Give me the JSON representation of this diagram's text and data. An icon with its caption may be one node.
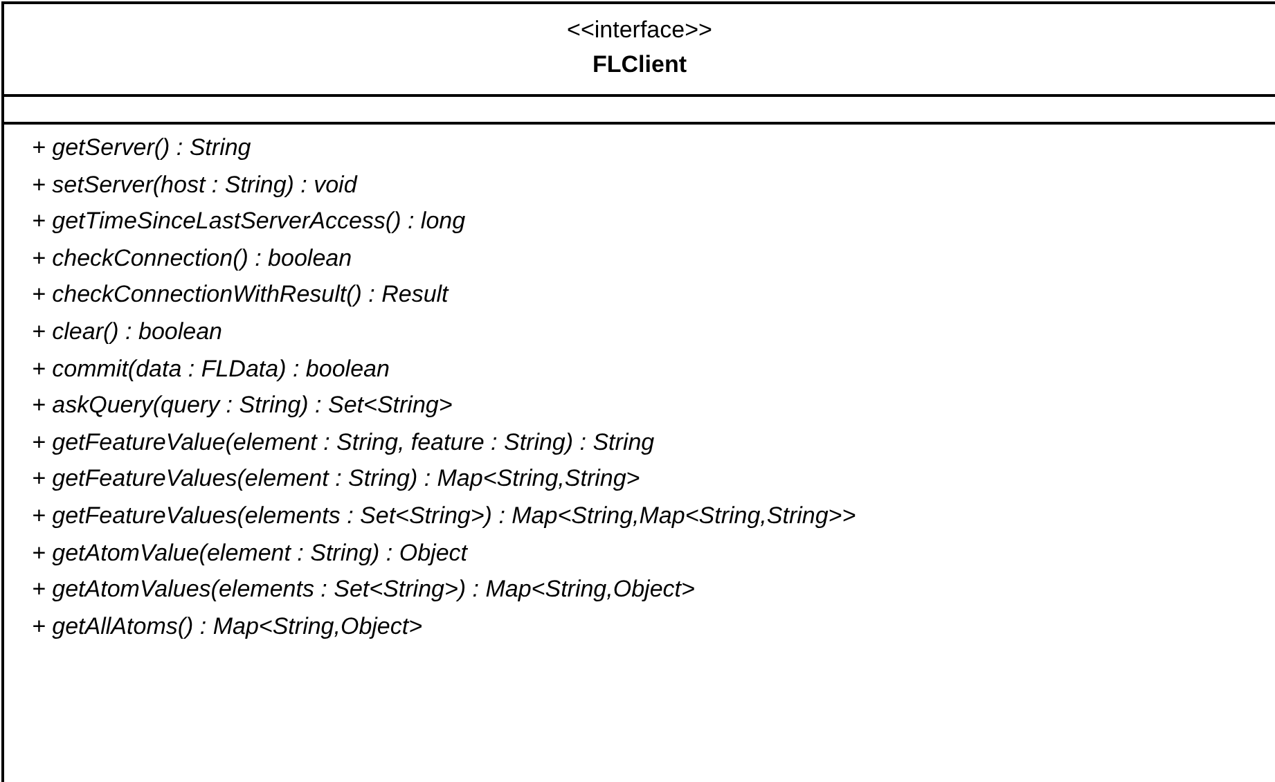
{
  "diagram": {
    "nodes": [
      {
        "text": [
          "<<interface>>",
          "FLClient",
          "+ getServer() : String",
          "+ setServer(host : String) : void",
          "+ getTimeSinceLastServerAccess() : long",
          "+ checkConnection() : boolean",
          "+ checkConnectionWithResult() : Result",
          "+ clear() : boolean",
          "+ commit(data : FLData) : boolean",
          "+ askQuery(query : String) : Set<String>",
          "+ getFeatureValue(element : String, feature : String) : String",
          "+ getFeatureValues(element : String) : Map<String,String>",
          "+ getFeatureValues(elements : Set<String>) : Map<String,Map<String,String>>",
          "+ getAtomValue(element : String) : Object",
          "+ getAtomValues(elements : Set<String>) : Map<String,Object>",
          "+ getAllAtoms() : Map<String,Object>"
        ]
      }
    ]
  }
}
